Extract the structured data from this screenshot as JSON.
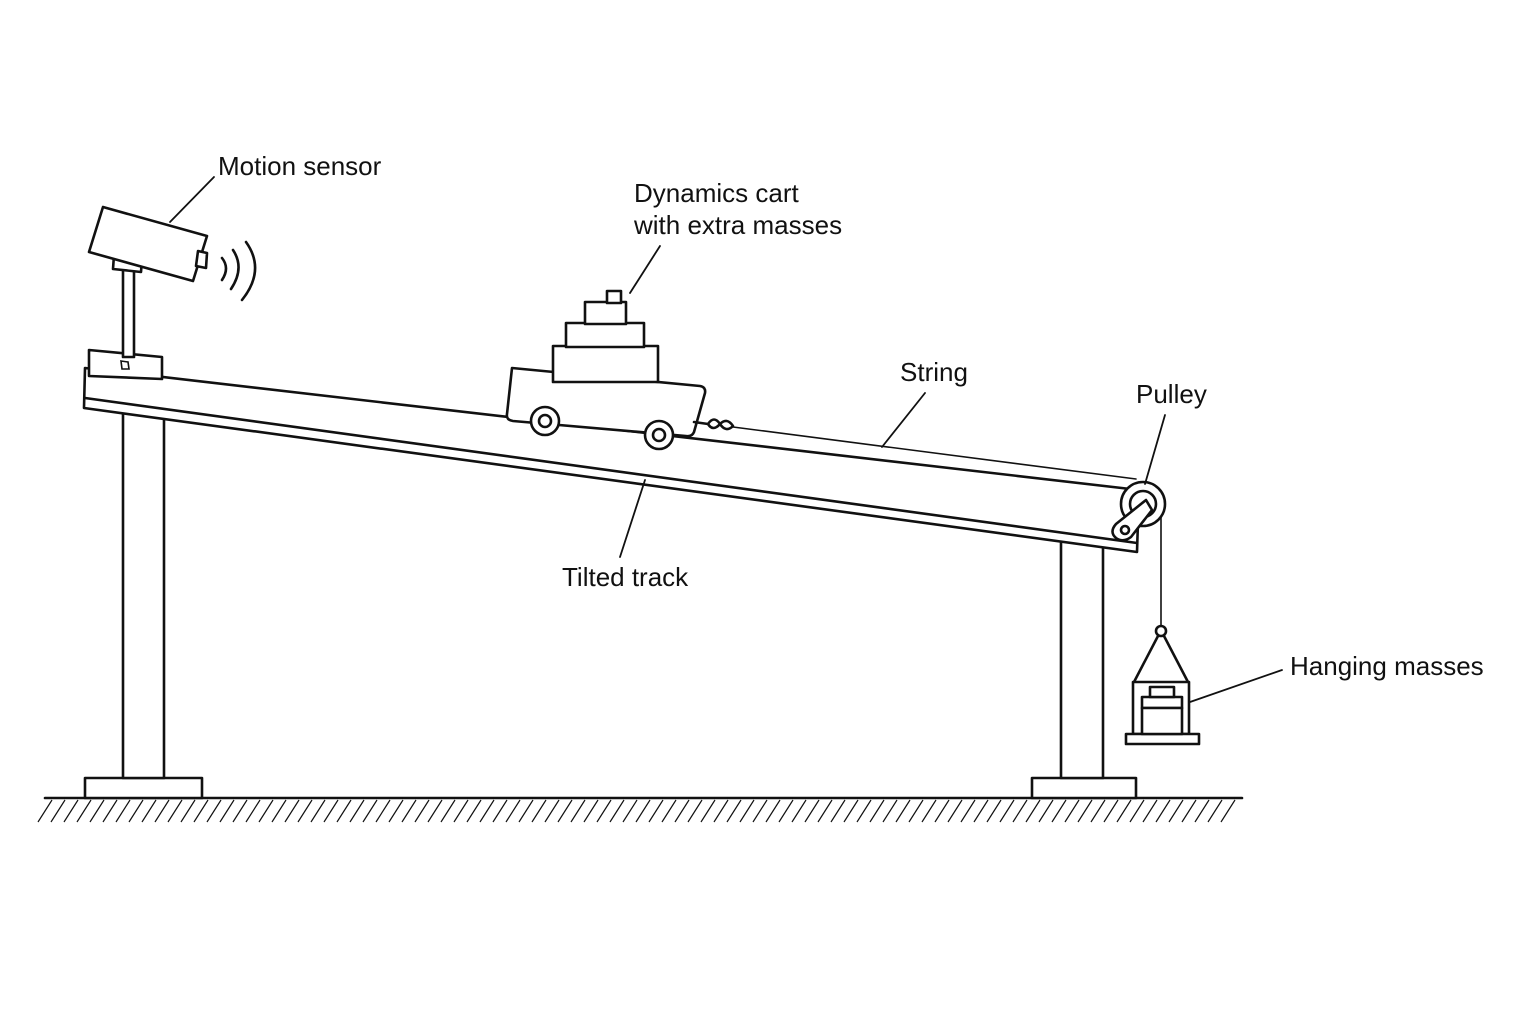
{
  "labels": {
    "motion_sensor": "Motion sensor",
    "cart_line1": "Dynamics cart",
    "cart_line2": "with extra masses",
    "string": "String",
    "pulley": "Pulley",
    "tilted_track": "Tilted track",
    "hanging_masses": "Hanging masses"
  },
  "colors": {
    "line": "#111111",
    "background": "#ffffff"
  }
}
